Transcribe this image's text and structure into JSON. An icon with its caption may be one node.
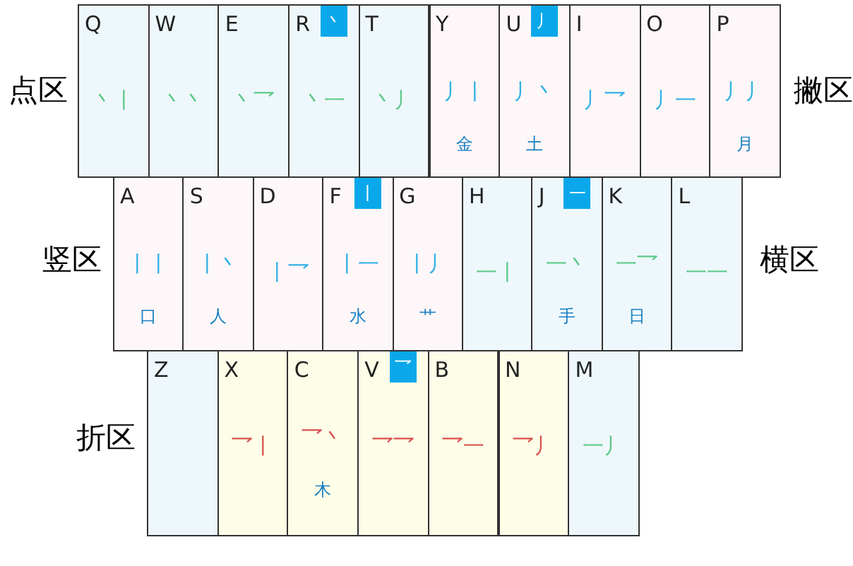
{
  "diagram": {
    "nodes": [
      {
        "text": [
          "Q",
          "丶丨"
        ]
      },
      {
        "text": [
          "W",
          "丶丶"
        ]
      },
      {
        "text": [
          "E",
          "丶乛"
        ]
      },
      {
        "text": [
          "R",
          "丶",
          "丶一"
        ]
      },
      {
        "text": [
          "T",
          "丶丿"
        ]
      },
      {
        "text": [
          "Y",
          "丿丨",
          "金"
        ]
      },
      {
        "text": [
          "U",
          "丿",
          "丿丶",
          "土"
        ]
      },
      {
        "text": [
          "I",
          "丿乛"
        ]
      },
      {
        "text": [
          "O",
          "丿一"
        ]
      },
      {
        "text": [
          "P",
          "丿丿",
          "月"
        ]
      },
      {
        "text": [
          "A",
          "丨丨",
          "口"
        ]
      },
      {
        "text": [
          "S",
          "丨丶",
          "人"
        ]
      },
      {
        "text": [
          "D",
          "丨乛"
        ]
      },
      {
        "text": [
          "F",
          "丨",
          "丨一",
          "水"
        ]
      },
      {
        "text": [
          "G",
          "丨丿",
          "艹"
        ]
      },
      {
        "text": [
          "H",
          "一丨"
        ]
      },
      {
        "text": [
          "J",
          "一",
          "一丶",
          "手"
        ]
      },
      {
        "text": [
          "K",
          "一乛",
          "日"
        ]
      },
      {
        "text": [
          "L",
          "一一"
        ]
      },
      {
        "text": [
          "Z"
        ]
      },
      {
        "text": [
          "X",
          "乛丨"
        ]
      },
      {
        "text": [
          "C",
          "乛丶",
          "木"
        ]
      },
      {
        "text": [
          "V",
          "乛",
          "乛乛"
        ]
      },
      {
        "text": [
          "B",
          "乛一"
        ]
      },
      {
        "text": [
          "N",
          "乛丿"
        ]
      },
      {
        "text": [
          "M",
          "一丿"
        ]
      }
    ],
    "labels": [
      "点区",
      "撇区",
      "竖区",
      "横区",
      "折区"
    ]
  }
}
